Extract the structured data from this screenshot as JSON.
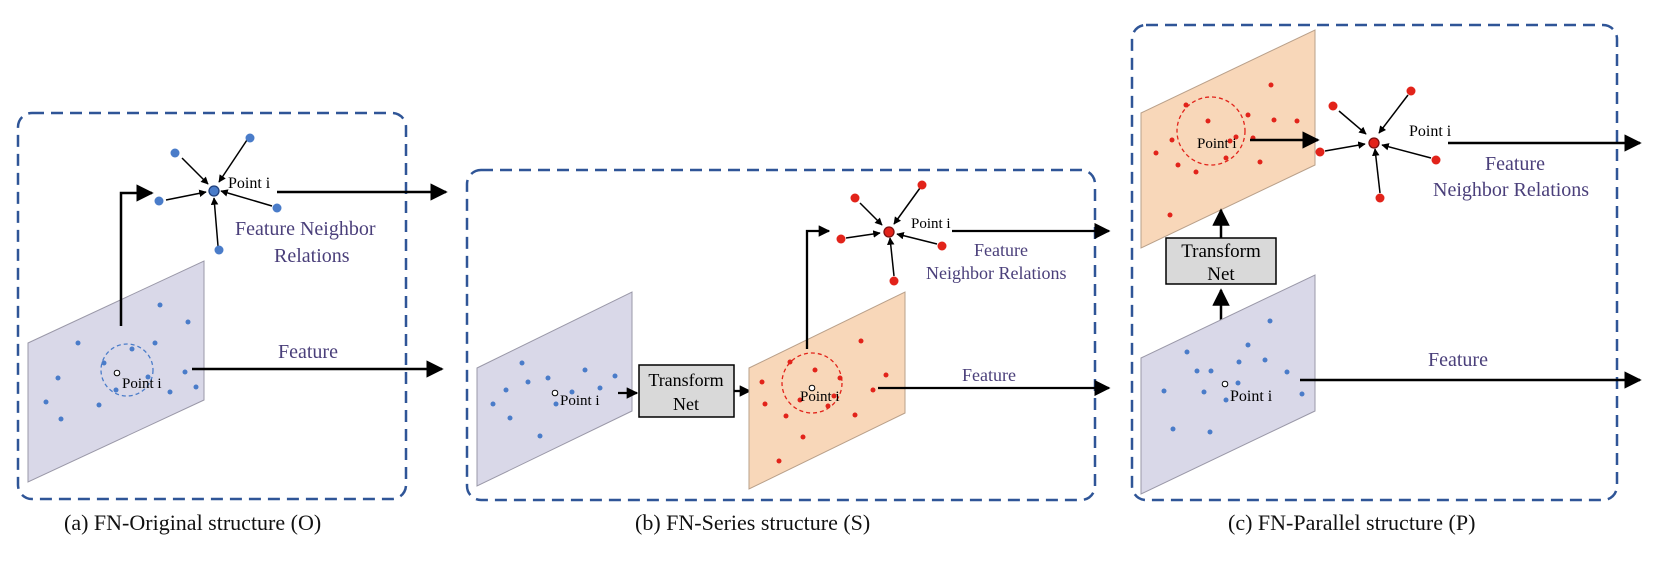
{
  "panels": {
    "a": {
      "point_label_plane": "Point i",
      "point_label_node": "Point i",
      "relations_line1": "Feature Neighbor",
      "relations_line2": "Relations",
      "feature_label": "Feature",
      "caption": "(a)  FN-Original structure (O)"
    },
    "b": {
      "point_label_plane1": "Point i",
      "transform_line1": "Transform",
      "transform_line2": "Net",
      "point_label_plane2": "Point i",
      "point_label_node": "Point i",
      "relations_line1": "Feature",
      "relations_line2": "Neighbor Relations",
      "feature_label": "Feature",
      "caption": "(b)  FN-Series structure (S)"
    },
    "c": {
      "point_label_plane_top": "Point i",
      "point_label_node": "Point i",
      "relations_line1": "Feature",
      "relations_line2": "Neighbor Relations",
      "transform_line1": "Transform",
      "transform_line2": "Net",
      "point_label_plane_bottom": "Point i",
      "feature_label": "Feature",
      "caption": "(c)  FN-Parallel structure (P)"
    }
  },
  "colors": {
    "frame": "#2f5597",
    "blue_plane": "#d9d8e8",
    "orange_plane": "#f8d7b9",
    "blue_point": "#4a7cc9",
    "red_point": "#e2231a",
    "relations_text": "#4a3f7a",
    "transform_box": "#d9d9d9"
  }
}
